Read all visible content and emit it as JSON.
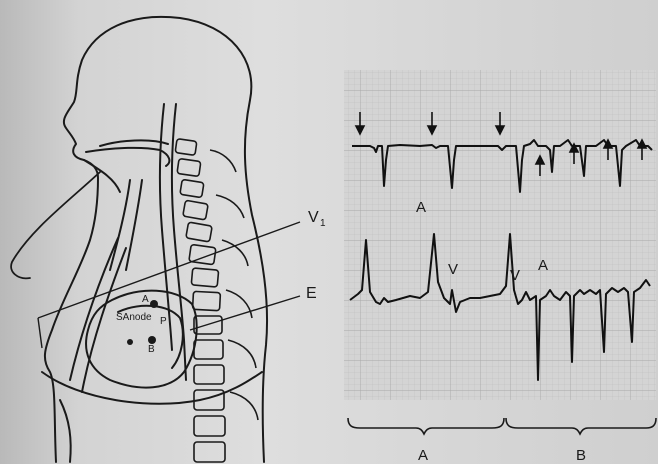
{
  "diagram": {
    "labels": {
      "v1": "V",
      "v1_sub": "1",
      "e": "E",
      "sa_node": "SAnode",
      "a_small": "A",
      "p_small": "P",
      "b_small": "B"
    }
  },
  "ecg": {
    "top_trace_label": "A",
    "bottom_trace_v1": "V",
    "bottom_trace_v2": "V",
    "bottom_trace_a": "A",
    "section_a": "A",
    "section_b": "B"
  },
  "colors": {
    "ink": "#1a1a1a",
    "paper": "#dcdcdc",
    "grid": "#b0b0b0"
  }
}
